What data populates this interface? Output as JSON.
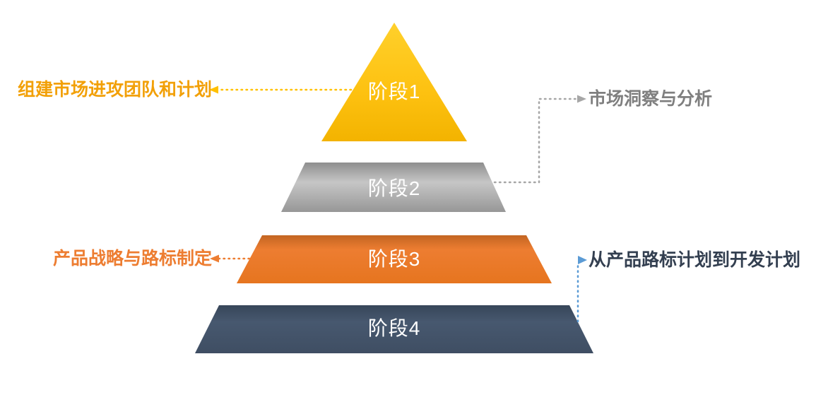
{
  "diagram_title": "four-stage-pyramid",
  "stages": [
    {
      "label": "阶段1",
      "color": "#FDC110"
    },
    {
      "label": "阶段2",
      "color": "#A8A8A8"
    },
    {
      "label": "阶段3",
      "color": "#ED7D31"
    },
    {
      "label": "阶段4",
      "color": "#44546A"
    }
  ],
  "annotations": {
    "left_top": {
      "text": "组建市场进攻团队和计划",
      "color": "#F2A007"
    },
    "right_top": {
      "text": "市场洞察与分析",
      "color": "#7F7F7F"
    },
    "left_mid": {
      "text": "产品战略与路标制定",
      "color": "#ED7D31"
    },
    "right_bottom": {
      "text": "从产品路标计划到开发计划",
      "color": "#333F50"
    }
  },
  "connectors": [
    {
      "from": "stage1",
      "to": "left_top",
      "color": "#FFC000",
      "style": "dotted"
    },
    {
      "from": "stage2",
      "to": "right_top",
      "color": "#A6A6A6",
      "style": "dotted"
    },
    {
      "from": "stage3",
      "to": "left_mid",
      "color": "#ED7D31",
      "style": "dotted"
    },
    {
      "from": "stage4",
      "to": "right_bottom",
      "color": "#5B9BD5",
      "style": "dotted"
    }
  ]
}
